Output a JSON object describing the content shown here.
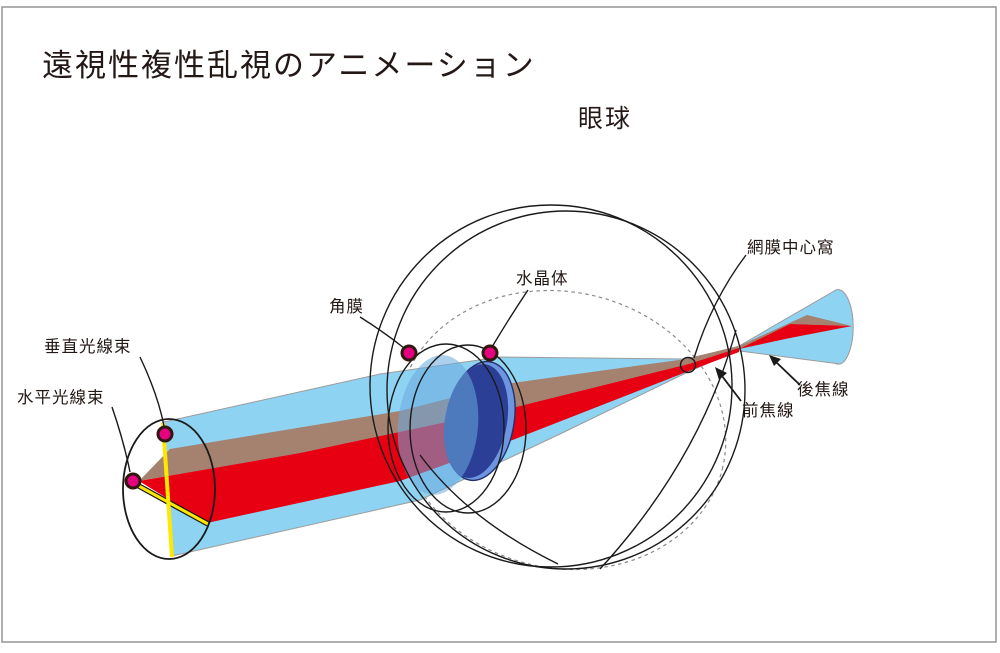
{
  "title": "遠視性複性乱視のアニメーション",
  "diagram": {
    "heading": "眼球",
    "labels": {
      "fovea": "網膜中心窩",
      "posterior_focal_line": "後焦線",
      "anterior_focal_line": "前焦線",
      "crystalline_lens": "水晶体",
      "cornea": "角膜",
      "vertical_ray_bundle": "垂直光線束",
      "horizontal_ray_bundle": "水平光線束"
    },
    "colors": {
      "beam_blue": "#8FD3F2",
      "beam_cap_blue": "#A6DAF6",
      "overlap_brown": "#A5826F",
      "ray_red": "#E60012",
      "ray_yellow": "#FFE800",
      "marker_magenta": "#E5007F",
      "lens_blue": "#2B3F96",
      "lens_highlight": "#6E95DF",
      "cornea_blue": "#69AADE",
      "line_black": "#1A1A1A",
      "border_grey": "#9B9B9B"
    }
  }
}
